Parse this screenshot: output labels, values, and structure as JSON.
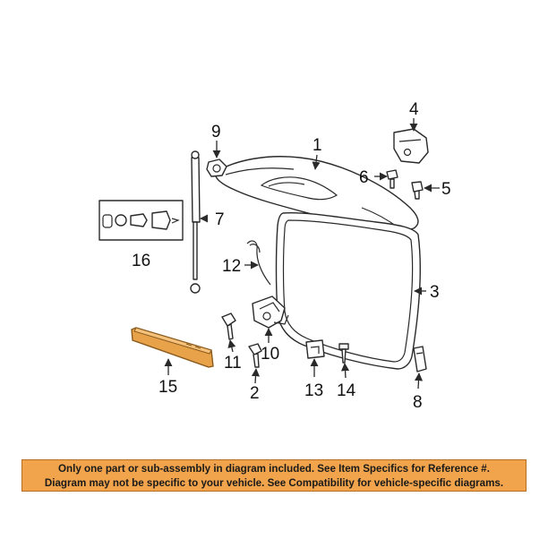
{
  "diagram": {
    "callouts": {
      "c1": "1",
      "c2": "2",
      "c3": "3",
      "c4": "4",
      "c5": "5",
      "c6": "6",
      "c7": "7",
      "c8": "8",
      "c9": "9",
      "c10": "10",
      "c11": "11",
      "c12": "12",
      "c13": "13",
      "c14": "14",
      "c15": "15",
      "c16": "16"
    },
    "highlight_part": "15",
    "colors": {
      "highlight_fill": "#e8a24a",
      "highlight_stroke": "#8a5a1c",
      "banner_bg": "#f2a44c",
      "line": "#2a2a2a"
    }
  },
  "notice": {
    "line1": "Only one part or sub-assembly in diagram included. See Item Specifics for Reference #.",
    "line2": "Diagram may not be specific to your vehicle. See Compatibility for vehicle-specific diagrams."
  }
}
